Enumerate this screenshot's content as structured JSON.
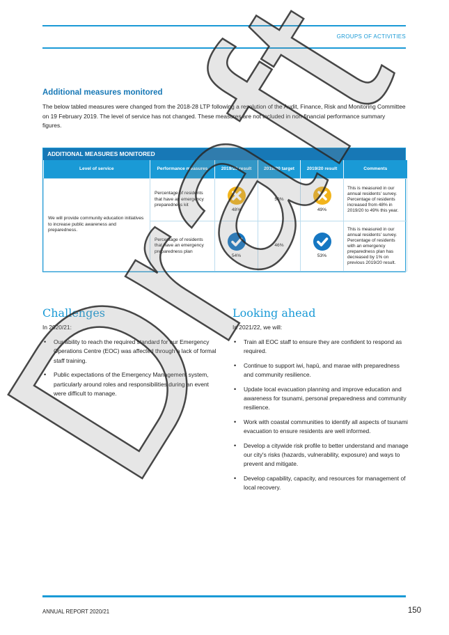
{
  "header": {
    "section_label": "GROUPS OF ACTIVITIES"
  },
  "measures": {
    "heading": "Additional measures monitored",
    "intro": "The below tabled measures were changed from the 2018-28 LTP following a resolution of the Audit, Finance, Risk and Monitoring Committee on 19 February 2019. The level of service has not changed. These measures are not included in non-financial performance summary figures."
  },
  "table": {
    "title": "ADDITIONAL MEASURES MONITORED",
    "headers": {
      "level": "Level of service",
      "measure": "Performance measures",
      "result": "2019/20 result",
      "target": "2019/20 target",
      "result2": "2019/20 result",
      "comments": "Comments"
    },
    "level_of_service": "We will provide community education initiatives to increase public awareness and preparedness.",
    "rows": [
      {
        "measure": "Percentage of residents that have an emergency preparedness kit",
        "result": "48%",
        "result_icon": "cross-icon",
        "target": "50%",
        "result2": "49%",
        "result2_icon": "cross-icon",
        "comment": "This is measured in our annual residents' survey. Percentage of residents increased from 48% in 2019/20 to 49% this year."
      },
      {
        "measure": "Percentage of residents that have an emergency preparedness plan",
        "result": "54%",
        "result_icon": "check-icon",
        "target": "46%",
        "result2": "53%",
        "result2_icon": "check-icon",
        "comment": "This is measured in our annual residents' survey. Percentage of residents with an emergency preparedness plan has decreased by 1% on previous 2019/20 result."
      }
    ]
  },
  "challenges": {
    "title": "Challenges",
    "subtitle": "In 2020/21:",
    "items": [
      "Our ability to reach the required standard for our Emergency Operations Centre (EOC) was affected through a lack of formal staff training.",
      "Public expectations of the Emergency Management system, particularly around roles and responsibilities during an event were difficult to manage."
    ]
  },
  "looking_ahead": {
    "title": "Looking ahead",
    "subtitle": "In 2021/22, we will:",
    "items": [
      "Train all EOC staff to ensure they are confident to respond as required.",
      "Continue to support iwi, hapū, and marae with preparedness and community resilience.",
      "Update local evacuation planning and improve education and awareness for tsunami, personal preparedness and community resilience.",
      "Work with coastal communities to identify all aspects of tsunami evacuation to ensure residents are well informed.",
      "Develop a citywide risk profile to better understand and manage our city's risks (hazards, vulnerability, exposure) and ways to prevent and mitigate.",
      "Develop capability, capacity, and resources for management of local recovery."
    ]
  },
  "footer": {
    "label": "ANNUAL REPORT 2020/21",
    "page_number": "150"
  },
  "watermark": {
    "text": "Draft"
  },
  "colors": {
    "accent": "#1a9ad6",
    "header_dark": "#1778b6",
    "cross": "#f2b41c",
    "check": "#1677c2"
  }
}
